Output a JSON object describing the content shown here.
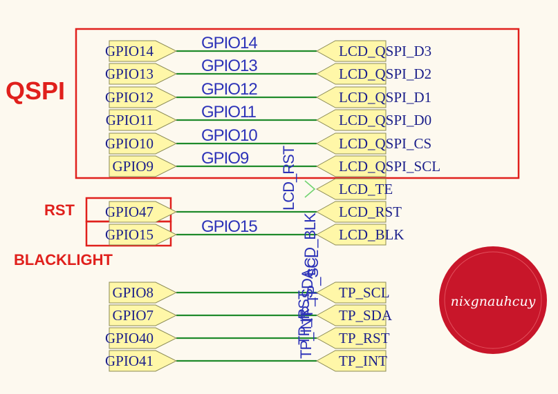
{
  "highlights": {
    "qspi": "QSPI",
    "rst": "RST",
    "blacklight": "BLACKLIGHT"
  },
  "connections": [
    {
      "gpio": "GPIO14",
      "net": "GPIO14",
      "lcd": "LCD_QSPI_D3"
    },
    {
      "gpio": "GPIO13",
      "net": "GPIO13",
      "lcd": "LCD_QSPI_D2"
    },
    {
      "gpio": "GPIO12",
      "net": "GPIO12",
      "lcd": "LCD_QSPI_D1"
    },
    {
      "gpio": "GPIO11",
      "net": "GPIO11",
      "lcd": "LCD_QSPI_D0"
    },
    {
      "gpio": "GPIO10",
      "net": "GPIO10",
      "lcd": "LCD_QSPI_CS"
    },
    {
      "gpio": "GPIO9",
      "net": "GPIO9",
      "lcd": "LCD_QSPI_SCL"
    },
    {
      "gpio": "",
      "net": "",
      "lcd": "LCD_TE"
    },
    {
      "gpio": "GPIO47",
      "net": "",
      "lcd": "LCD_RST"
    },
    {
      "gpio": "GPIO15",
      "net": "GPIO15",
      "lcd": "LCD_BLK"
    },
    {
      "gpio": "GPIO8",
      "net": "",
      "lcd": "TP_SCL"
    },
    {
      "gpio": "GPIO7",
      "net": "",
      "lcd": "TP_SDA"
    },
    {
      "gpio": "GPIO40",
      "net": "",
      "lcd": "TP_RST"
    },
    {
      "gpio": "GPIO41",
      "net": "",
      "lcd": "TP_INT"
    }
  ],
  "vertical_nets": {
    "lcd_rst": "LCD_RST",
    "lcd_blk": "LCD_BLK",
    "tp_int": "TP_INT",
    "tp_rst": "TP_RST",
    "tp_sda": "TP_SDA",
    "tp_scl": "TP_SCL"
  },
  "seal": {
    "text": "nixgnauhcuy",
    "color": "#c8162a"
  },
  "colors": {
    "wire": "#1e8a2a",
    "port_fill": "#fff7a8",
    "text_blue": "#1b1f8a",
    "highlight_red": "#e0201c",
    "background": "#fdf9ef"
  }
}
